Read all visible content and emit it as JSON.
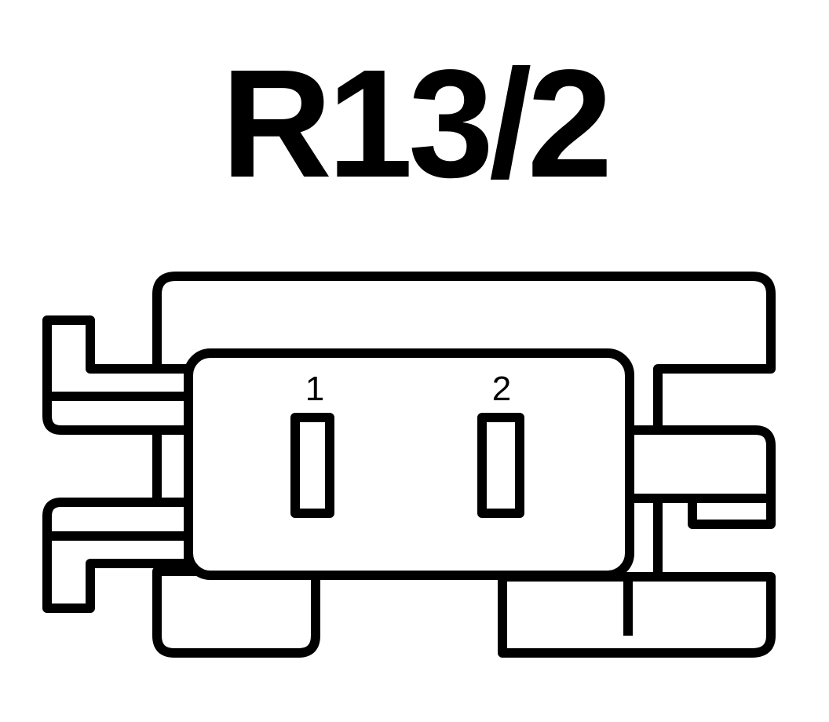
{
  "title": "R13/2",
  "pins": [
    {
      "label": "1"
    },
    {
      "label": "2"
    }
  ],
  "colors": {
    "stroke": "#000000",
    "background": "#ffffff"
  }
}
